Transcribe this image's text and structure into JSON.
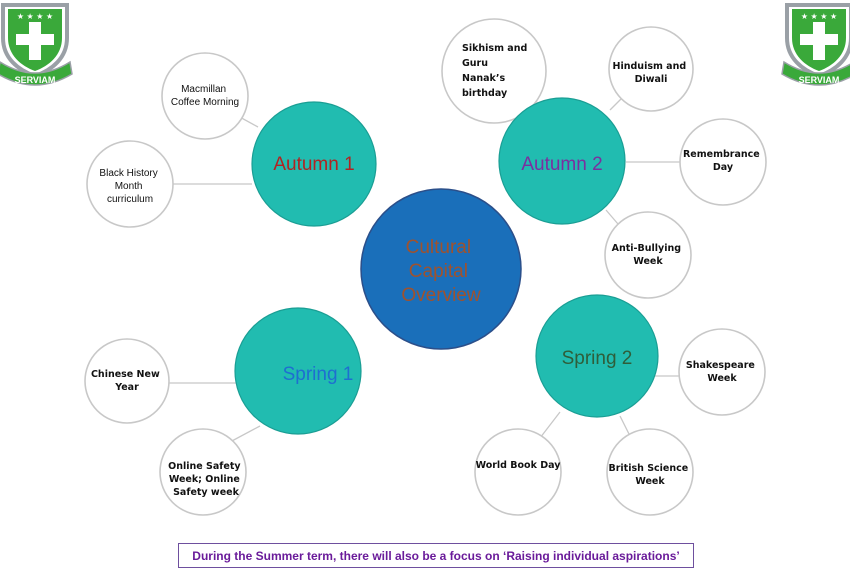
{
  "center": {
    "lines": [
      "Cultural",
      "Capital",
      "Overview"
    ],
    "color": "#a0522d",
    "fill": "#1a6fba"
  },
  "terms": {
    "autumn1": {
      "label": "Autumn 1",
      "color": "#b22222"
    },
    "autumn2": {
      "label": "Autumn 2",
      "color": "#7b2fa0"
    },
    "spring1": {
      "label": "Spring 1",
      "color": "#1e6fd0"
    },
    "spring2": {
      "label": "Spring 2",
      "color": "#2e5e3a"
    },
    "fill": "#21bcb0"
  },
  "nodes": {
    "macmillan": [
      "Macmillan",
      "Coffee Morning"
    ],
    "black_history": [
      "Black History",
      "Month",
      "curriculum"
    ],
    "sikhism": [
      "Sikhism and",
      "Guru",
      "Nanak’s",
      "birthday"
    ],
    "hinduism": [
      "Hinduism and",
      "Diwali"
    ],
    "remembrance": [
      "Remembrance",
      "Day"
    ],
    "anti_bullying": [
      "Anti-Bullying",
      "Week"
    ],
    "chinese_new_year": [
      "Chinese New",
      "Year"
    ],
    "online_safety": [
      "Online Safety",
      "Week; Online",
      "Safety week"
    ],
    "shakespeare": [
      "Shakespeare",
      "Week"
    ],
    "world_book_day": [
      "World Book Day"
    ],
    "british_science": [
      "British Science",
      "Week"
    ]
  },
  "logo": {
    "motto": "SERVIAM",
    "green": "#3aa93a",
    "grey": "#9aa0a6"
  },
  "footer": {
    "text": "During the Summer term, there will also be a focus on ‘Raising individual aspirations’"
  }
}
